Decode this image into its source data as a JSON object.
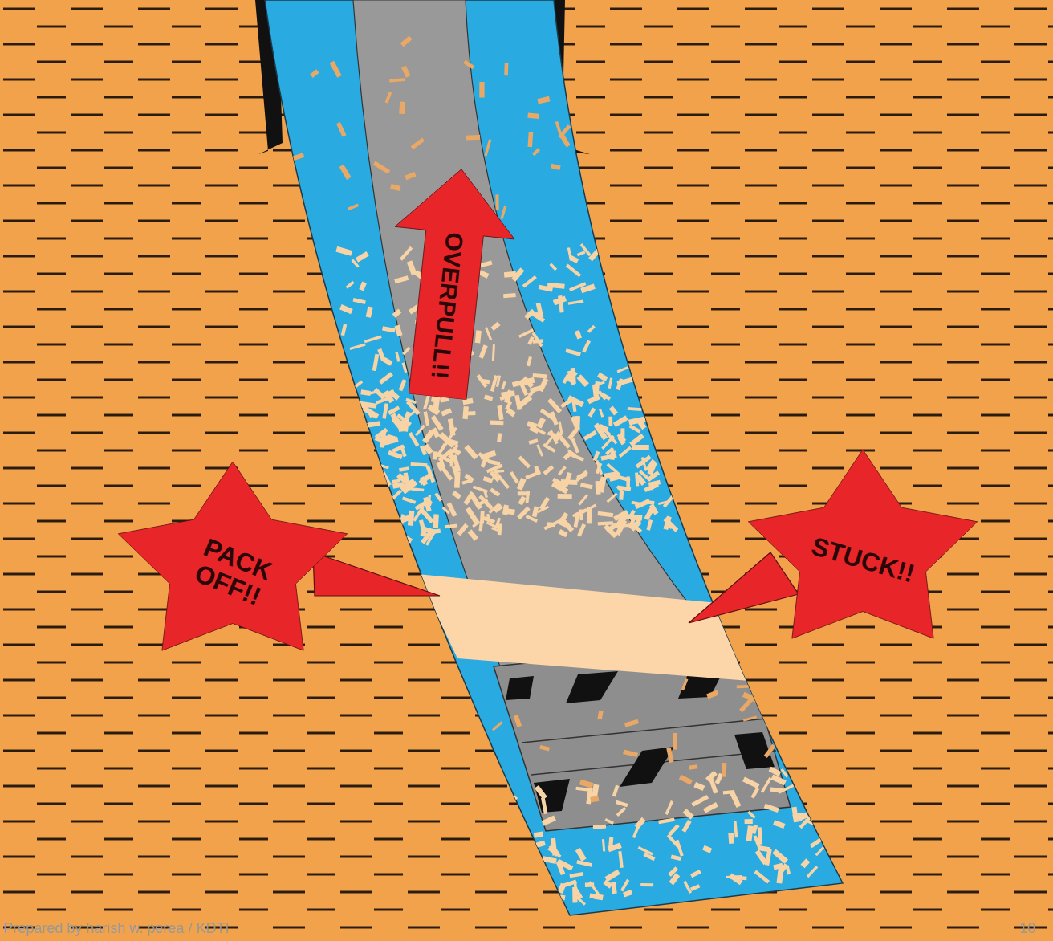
{
  "diagram": {
    "nodes": [
      {
        "text": [
          "OVERPULL!!"
        ]
      },
      {
        "text": [
          "PACK OFF!!"
        ]
      },
      {
        "text": [
          "STUCK!!"
        ]
      }
    ],
    "labels": [
      "Prepared by harish w. perea / KDTI",
      "10"
    ]
  }
}
